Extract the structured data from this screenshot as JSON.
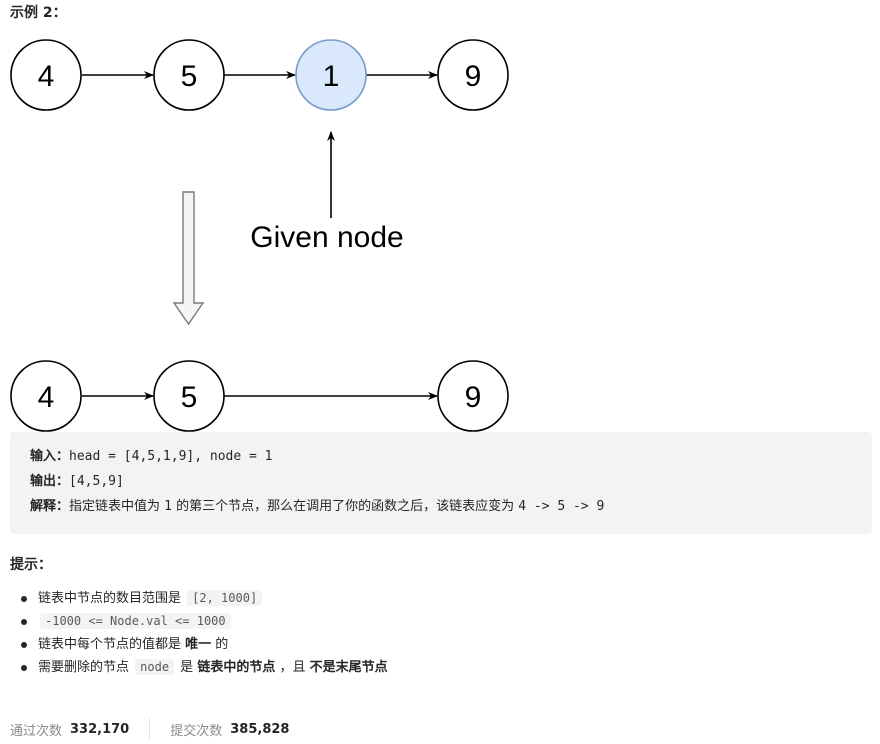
{
  "example": {
    "title": "示例 2："
  },
  "diagram": {
    "before_nodes": [
      "4",
      "5",
      "1",
      "9"
    ],
    "highlighted_index": 2,
    "given_label": "Given node",
    "after_nodes": [
      "4",
      "5",
      "9"
    ]
  },
  "code": {
    "input_label": "输入：",
    "input_value": "head = [4,5,1,9], node = 1",
    "output_label": "输出：",
    "output_value": "[4,5,9]",
    "explain_label": "解释：",
    "explain_text_1": "指定链表中值为 ",
    "explain_code": "1",
    "explain_text_2": " 的第三个节点，那么在调用了你的函数之后，该链表应变为 ",
    "explain_code_2": "4 -> 5 -> 9"
  },
  "hints": {
    "title": "提示：",
    "h1_text": "链表中节点的数目范围是 ",
    "h1_code": "[2, 1000]",
    "h2_code": "-1000 <= Node.val <= 1000",
    "h3_text_1": "链表中每个节点的值都是 ",
    "h3_bold": "唯一",
    "h3_text_2": " 的",
    "h4_text_1": "需要删除的节点 ",
    "h4_code": "node",
    "h4_text_2": " 是 ",
    "h4_bold_1": "链表中的节点",
    "h4_text_3": " ，且 ",
    "h4_bold_2": "不是末尾节点"
  },
  "stats": {
    "pass_label": "通过次数",
    "pass_value": "332,170",
    "submit_label": "提交次数",
    "submit_value": "385,828"
  }
}
